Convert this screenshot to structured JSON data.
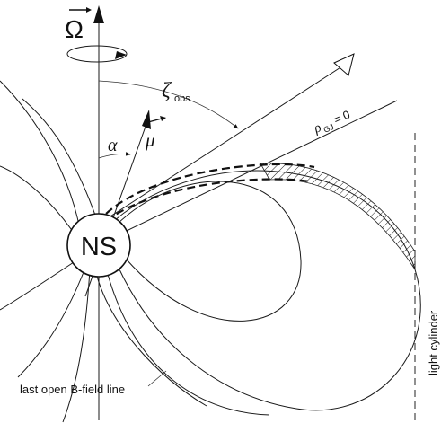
{
  "labels": {
    "omega": "Ω",
    "zeta": "ζ",
    "zeta_sub": "obs",
    "alpha": "α",
    "mu": "μ",
    "rho": "ρ",
    "rho_sub": "GJ",
    "rho_eq": "= 0",
    "ns": "NS",
    "light_cylinder": "light cylinder",
    "last_open_line": "last open B-field line"
  },
  "colors": {
    "ink": "#1a1a1a",
    "background": "#ffffff"
  }
}
